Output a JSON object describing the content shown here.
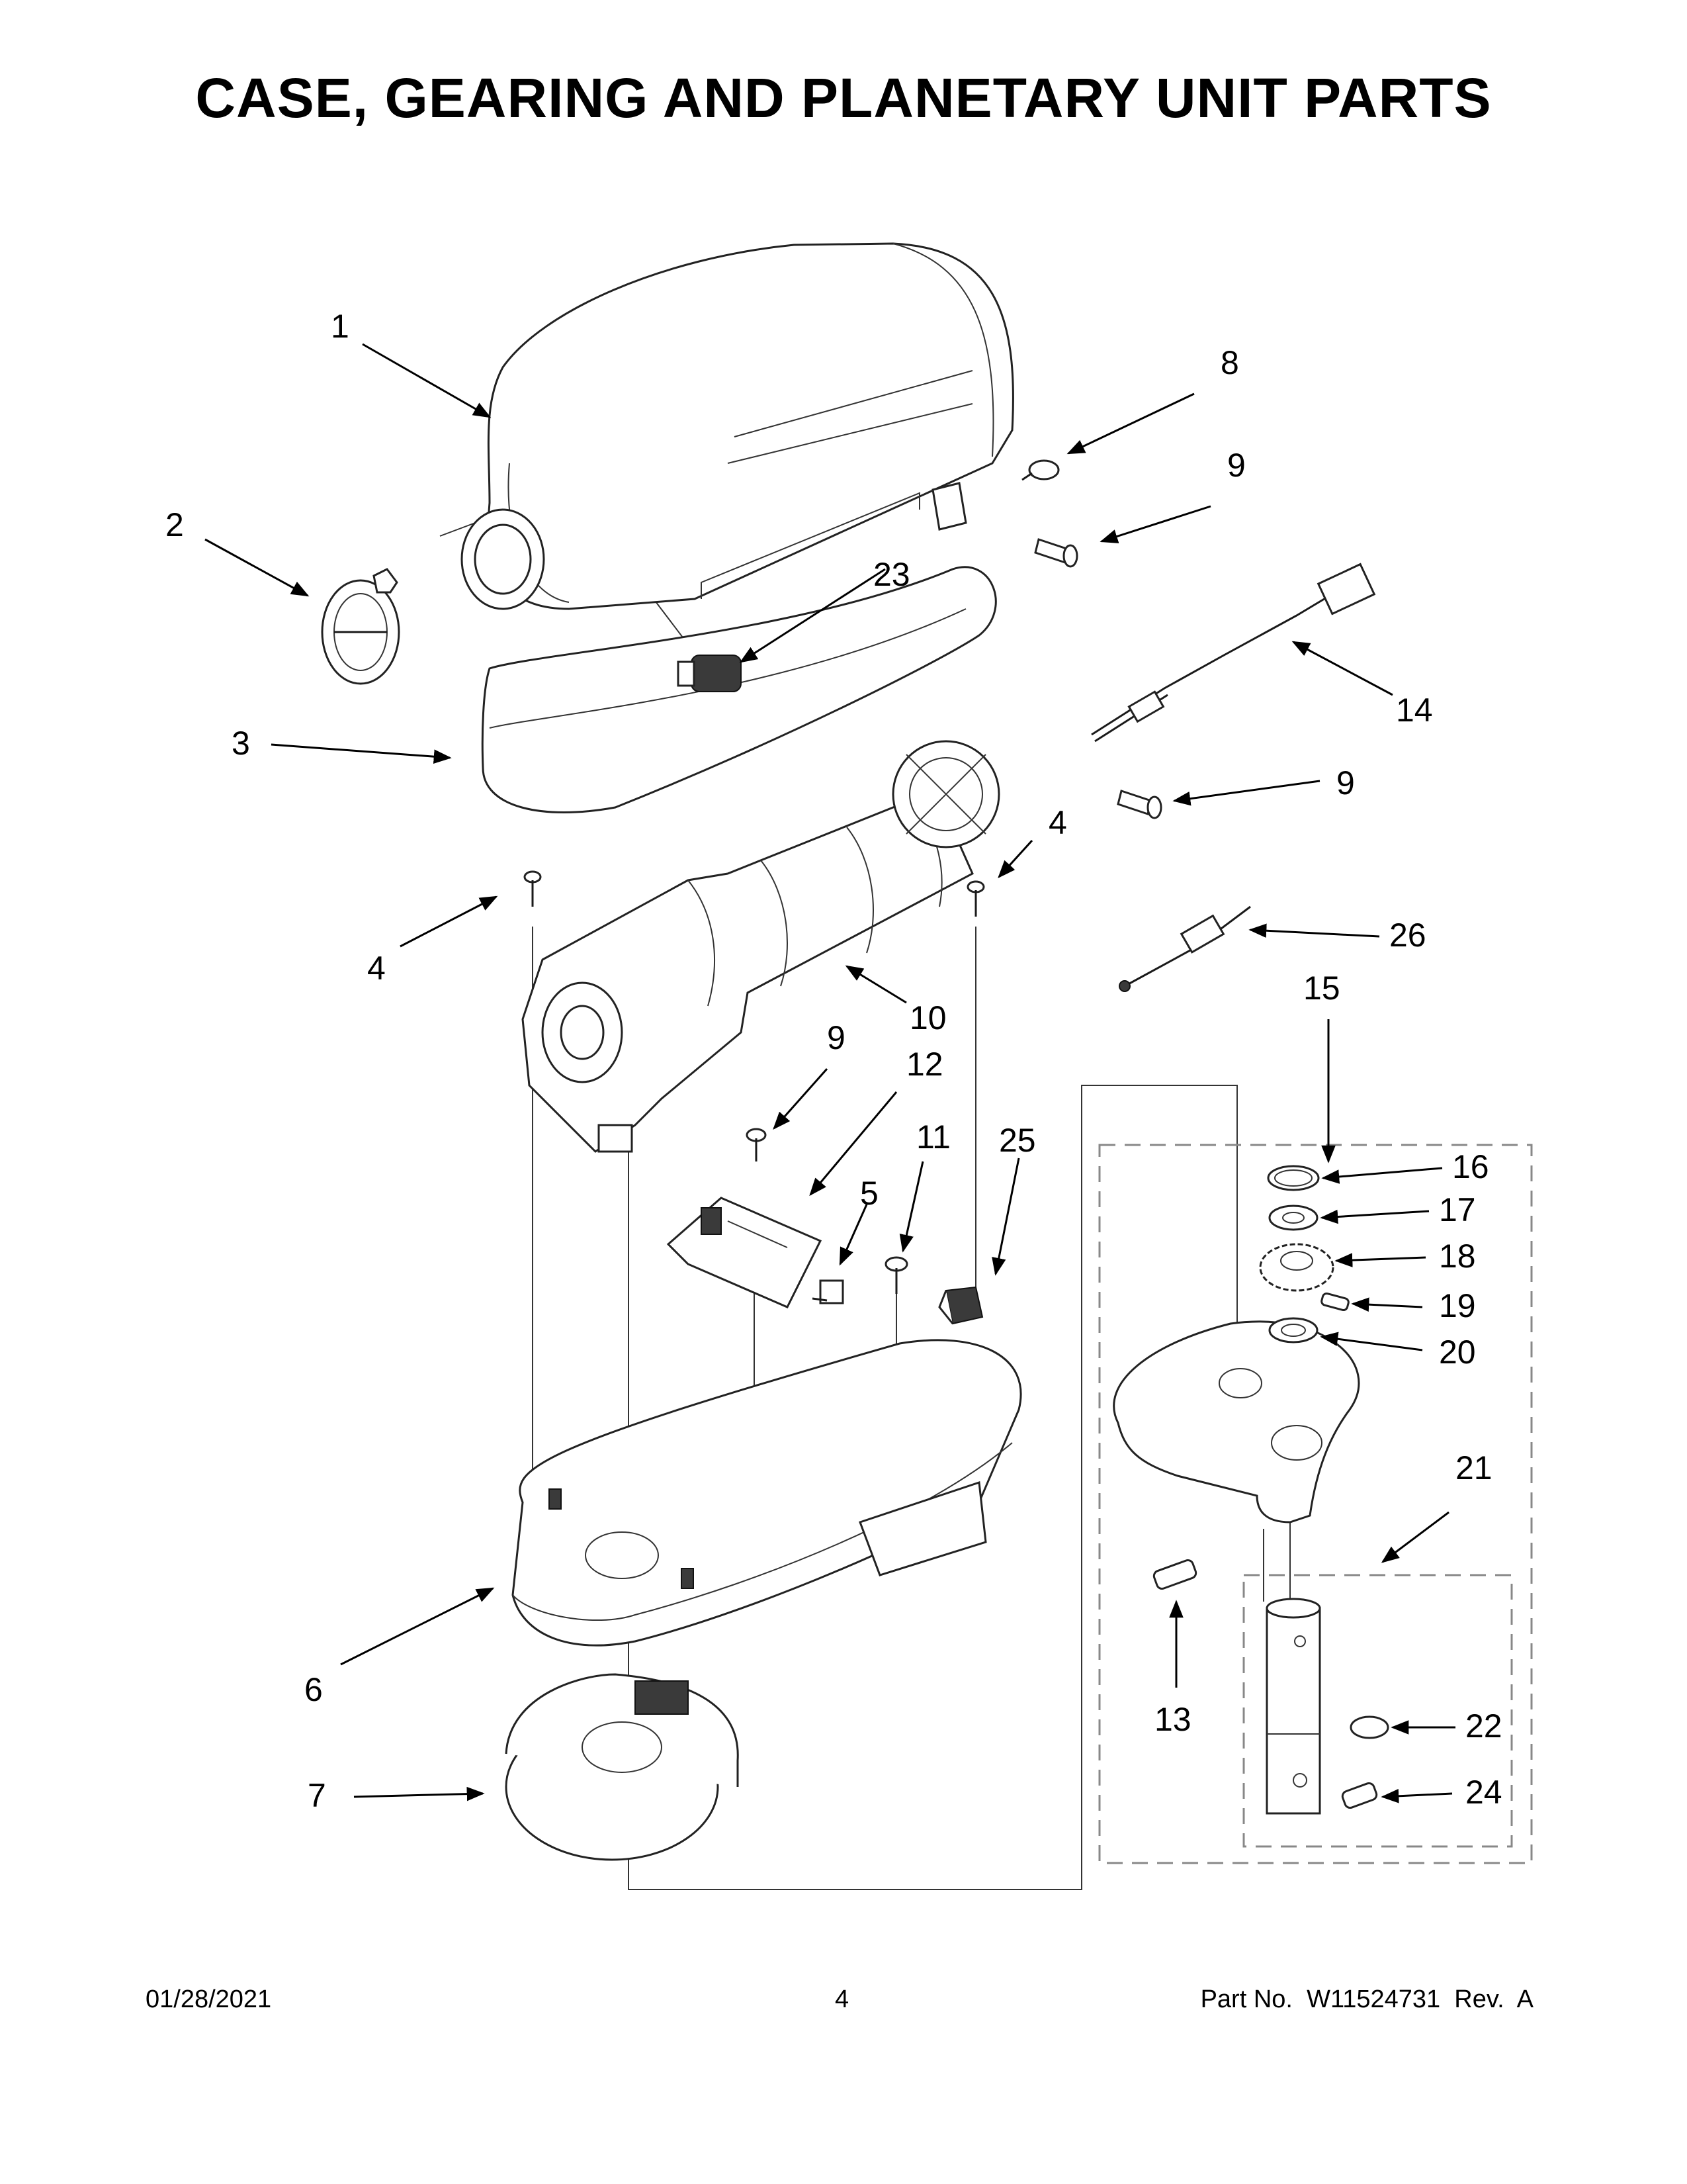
{
  "page": {
    "title": "CASE, GEARING AND PLANETARY UNIT PARTS",
    "date": "01/28/2021",
    "page_number": "4",
    "part_number": "Part No.  W11524731  Rev.  A"
  },
  "callouts": [
    {
      "id": "c1",
      "label": "1"
    },
    {
      "id": "c2",
      "label": "2"
    },
    {
      "id": "c3",
      "label": "3"
    },
    {
      "id": "c4a",
      "label": "4"
    },
    {
      "id": "c4b",
      "label": "4"
    },
    {
      "id": "c5",
      "label": "5"
    },
    {
      "id": "c6",
      "label": "6"
    },
    {
      "id": "c7",
      "label": "7"
    },
    {
      "id": "c8",
      "label": "8"
    },
    {
      "id": "c9a",
      "label": "9"
    },
    {
      "id": "c9b",
      "label": "9"
    },
    {
      "id": "c9c",
      "label": "9"
    },
    {
      "id": "c10",
      "label": "10"
    },
    {
      "id": "c11",
      "label": "11"
    },
    {
      "id": "c12",
      "label": "12"
    },
    {
      "id": "c13",
      "label": "13"
    },
    {
      "id": "c14",
      "label": "14"
    },
    {
      "id": "c15",
      "label": "15"
    },
    {
      "id": "c16",
      "label": "16"
    },
    {
      "id": "c17",
      "label": "17"
    },
    {
      "id": "c18",
      "label": "18"
    },
    {
      "id": "c19",
      "label": "19"
    },
    {
      "id": "c20",
      "label": "20"
    },
    {
      "id": "c21",
      "label": "21"
    },
    {
      "id": "c22",
      "label": "22"
    },
    {
      "id": "c23",
      "label": "23"
    },
    {
      "id": "c24",
      "label": "24"
    },
    {
      "id": "c25",
      "label": "25"
    },
    {
      "id": "c26",
      "label": "26"
    }
  ]
}
